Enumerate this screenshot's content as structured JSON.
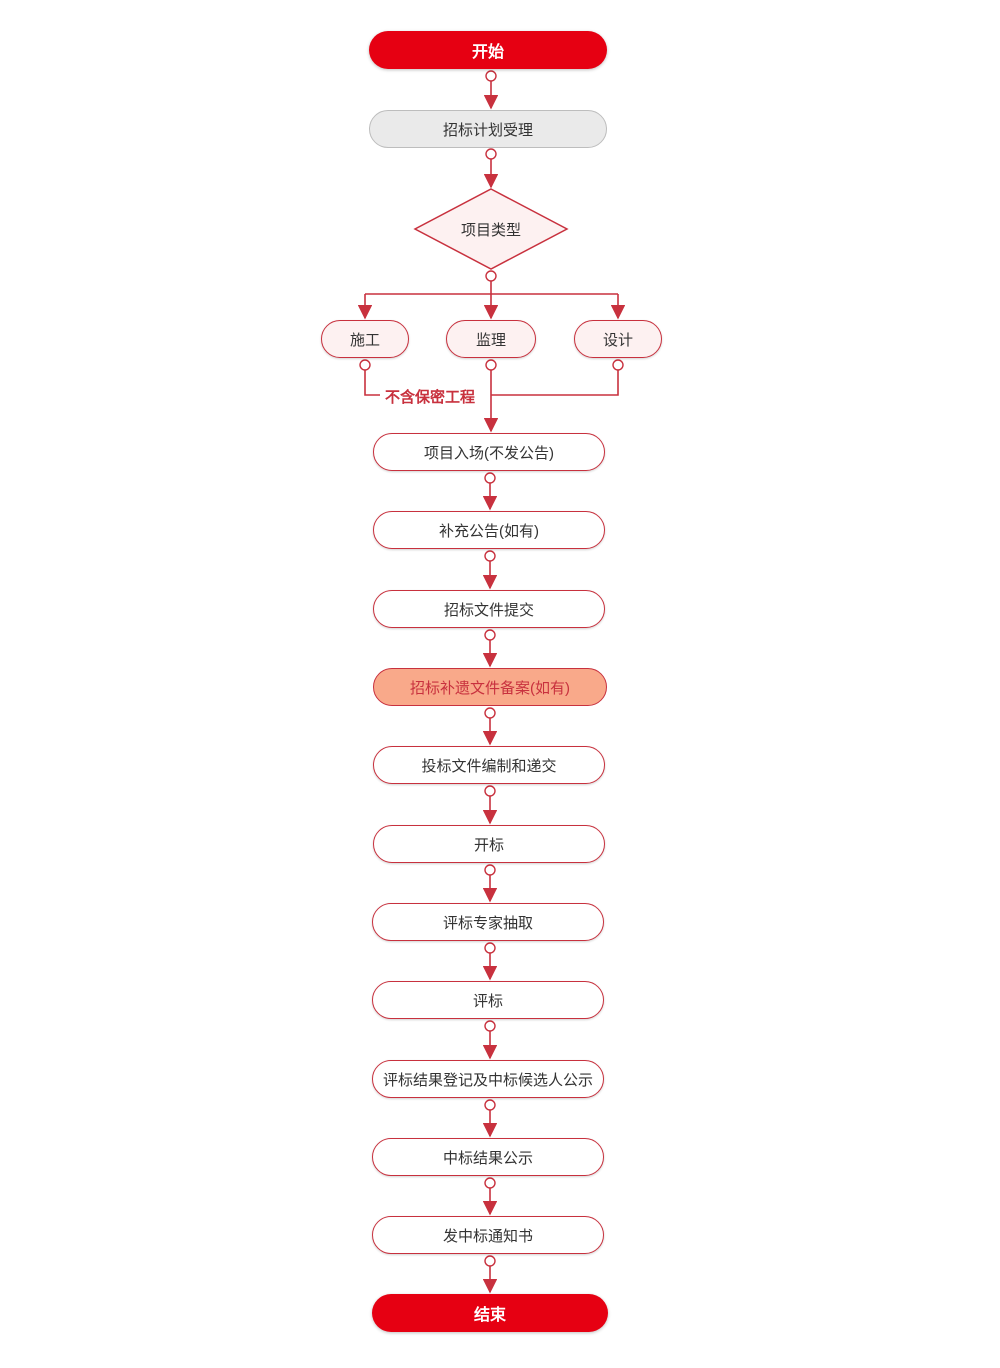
{
  "flowchart": {
    "start": "开始",
    "plan": "招标计划受理",
    "decision": "项目类型",
    "branches": [
      "施工",
      "监理",
      "设计"
    ],
    "branch_condition": "不含保密工程",
    "steps": [
      "项目入场(不发公告)",
      "补充公告(如有)",
      "招标文件提交",
      "招标补遗文件备案(如有)",
      "投标文件编制和递交",
      "开标",
      "评标专家抽取",
      "评标",
      "评标结果登记及中标候选人公示",
      "中标结果公示",
      "发中标通知书"
    ],
    "end": "结束",
    "colors": {
      "terminal": "#e60012",
      "line": "#c8313e",
      "highlight_fill": "#f9a98a",
      "decision_fill": "#fdf1f1"
    }
  }
}
